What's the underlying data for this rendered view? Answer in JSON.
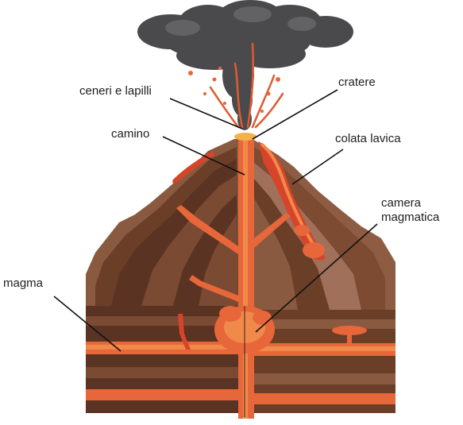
{
  "labels": {
    "ash": "ceneri e lapilli",
    "crater": "cratere",
    "vent": "camino",
    "lava_flow": "colata lavica",
    "chamber_line1": "camera",
    "chamber_line2": "magmatica",
    "magma": "magma"
  },
  "colors": {
    "smoke": "#4a4a4c",
    "crust_dark": "#5a3322",
    "crust_mid": "#7a4a32",
    "cone_side": "#8a5a40",
    "magma_orange": "#e8673a",
    "magma_bright": "#f08a4a",
    "lava_red": "#d8442a",
    "leader_line": "#111111"
  }
}
